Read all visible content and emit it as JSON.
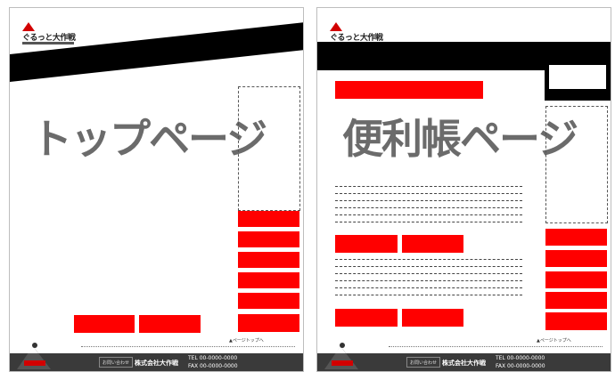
{
  "pages": [
    {
      "logo_text": "ぐるっと大作戦",
      "title": "トップページ",
      "footer": {
        "button": "お問い合わせ",
        "company": "株式会社大作戦",
        "contact_line1": "TEL 00-0000-0000",
        "contact_line2": "FAX 00-0000-0000"
      },
      "small_link": "▲ページトップへ",
      "colors": {
        "accent": "#ff0000",
        "banner": "#000000",
        "title": "#6b6b6b"
      }
    },
    {
      "logo_text": "ぐるっと大作戦",
      "title": "便利帳ページ",
      "footer": {
        "button": "お問い合わせ",
        "company": "株式会社大作戦",
        "contact_line1": "TEL 00-0000-0000",
        "contact_line2": "FAX 00-0000-0000"
      },
      "small_link": "▲ページトップへ",
      "colors": {
        "accent": "#ff0000",
        "banner": "#000000",
        "title": "#6b6b6b"
      }
    }
  ]
}
